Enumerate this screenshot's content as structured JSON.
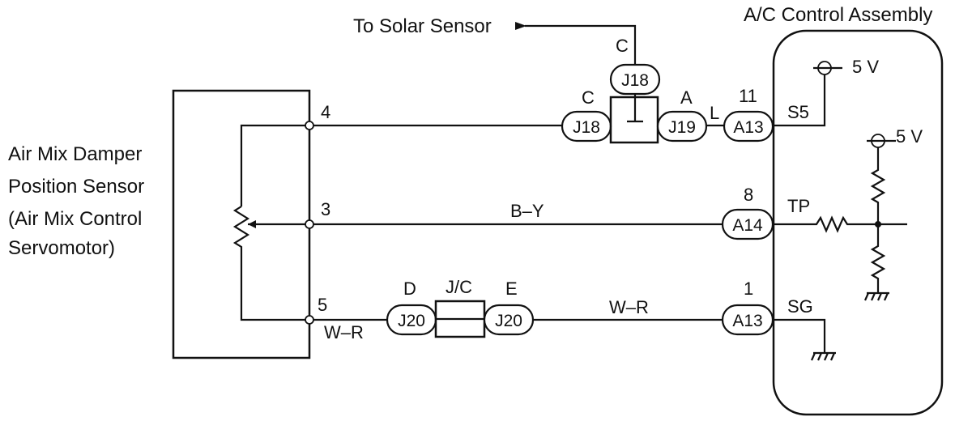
{
  "sensor": {
    "label_lines": [
      "Air Mix Damper",
      "Position Sensor",
      "(Air Mix Control",
      "Servomotor)"
    ],
    "pins": [
      "4",
      "3",
      "5"
    ]
  },
  "ecu": {
    "title": "A/C Control Assembly",
    "terminals": [
      "S5",
      "TP",
      "SG"
    ],
    "supply_top": "5 V",
    "supply_mid": "5 V"
  },
  "solar": {
    "label": "To Solar Sensor"
  },
  "wires": {
    "line3": "B–Y",
    "line5_left": "W–R",
    "line5_right": "W–R",
    "line4_l": "L"
  },
  "connectors": {
    "j18_top": {
      "name": "J18",
      "pin": "C"
    },
    "j18_left": {
      "name": "J18",
      "pin": "C"
    },
    "j19": {
      "name": "J19",
      "pin": "A"
    },
    "a13_top": {
      "name": "A13",
      "pin": "11"
    },
    "a14": {
      "name": "A14",
      "pin": "8"
    },
    "a13_bottom": {
      "name": "A13",
      "pin": "1"
    },
    "j20_left": {
      "name": "J20",
      "pin": "D"
    },
    "j20_right": {
      "name": "J20",
      "pin": "E"
    }
  },
  "junction": {
    "label": "J/C"
  }
}
